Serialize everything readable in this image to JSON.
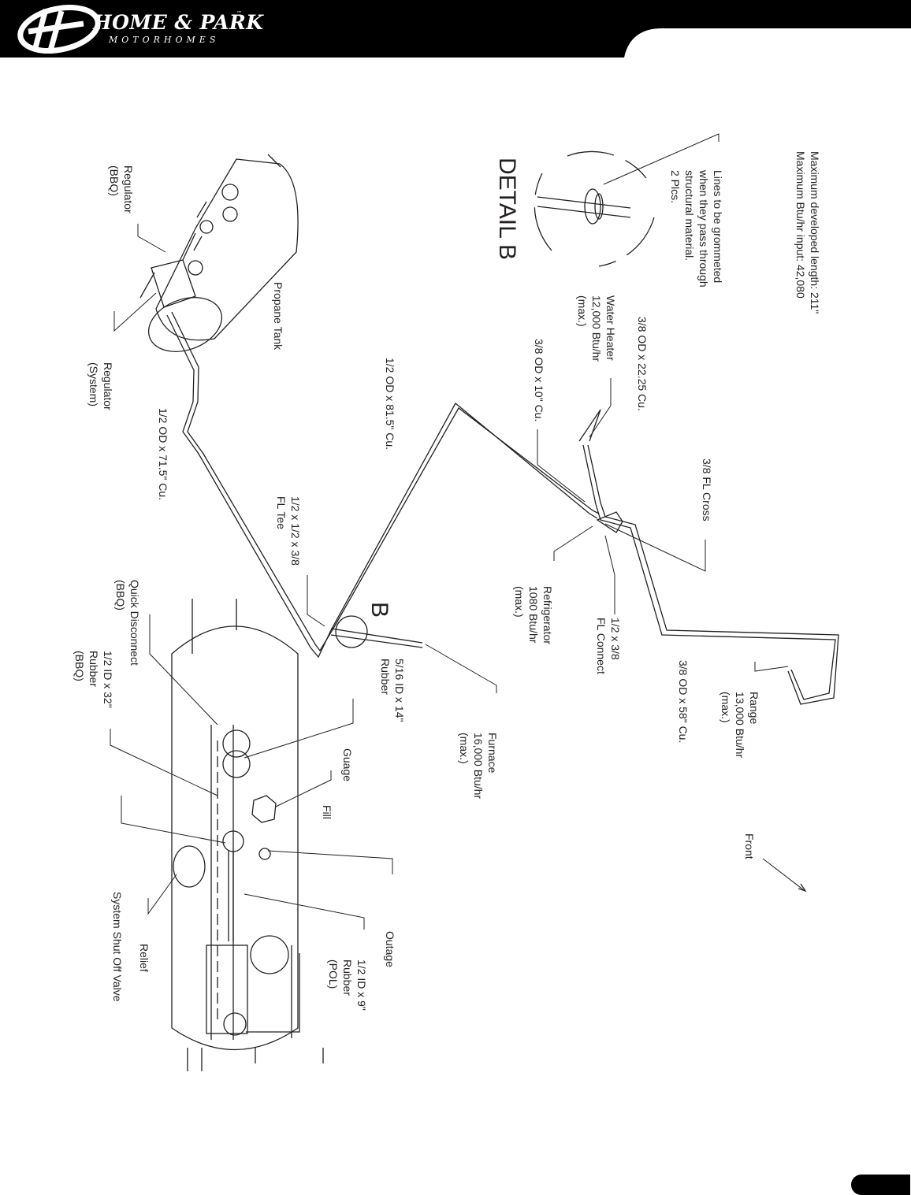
{
  "brand": {
    "name": "HOME & PARK",
    "tm": "™",
    "sub": "MOTORHOMES"
  },
  "specs": {
    "line1": "Maximum developed length: 211\"",
    "line2": "Maximum Btu/hr input: 42,080"
  },
  "detail_b": {
    "title": "DETAIL B",
    "note": [
      "Lines to be grommeted",
      "when they pass through",
      "structural material.",
      "2 Plcs."
    ]
  },
  "labels": {
    "water_heater": [
      "Water Heater",
      "12,000 Btu/hr",
      "(max.)"
    ],
    "od_22": "3/8 OD x 22.25 Cu.",
    "od_10": "3/8 OD x 10\" Cu.",
    "fl_cross": "3/8 FL Cross",
    "propane_tank": "Propane Tank",
    "regulator_bbq": [
      "Regulator",
      "(BBQ)"
    ],
    "regulator_system": [
      "Regulator",
      "(System)"
    ],
    "od_81": "1/2 OD x 81.5\" Cu.",
    "od_71": "1/2 OD x 71.5\" Cu.",
    "fl_tee": [
      "1/2 x 1/2 x 3/8",
      "FL Tee"
    ],
    "refrigerator": [
      "Refrigerator",
      "1080 Btu/hr",
      "(max.)"
    ],
    "fl_connect": [
      "1/2 x 3/8",
      "FL Connect"
    ],
    "od_58": "3/8 OD x 58\" Cu.",
    "range": [
      "Range",
      "13,000 Btu/hr",
      "(max.)"
    ],
    "b_marker": "B",
    "rubber_516": [
      "5/16 ID x 14\"",
      "Rubber"
    ],
    "furnace": [
      "Furnace",
      "16,000 Btu/hr",
      "(max.)"
    ],
    "quick_disconnect": [
      "Quick Disconnect",
      "(BBQ)"
    ],
    "rubber_32": [
      "1/2 ID x 32\"",
      "Rubber",
      "(BBQ)"
    ],
    "guage": "Guage",
    "fill": "Fill",
    "front": "Front",
    "outage": "Outage",
    "rubber_9": [
      "1/2 ID x 9\"",
      "Rubber",
      "(POL)"
    ],
    "relief": "Relief",
    "shutoff": "System Shut Off Valve"
  },
  "colors": {
    "ink": "#231f20",
    "header": "#000000",
    "paper": "#ffffff"
  }
}
